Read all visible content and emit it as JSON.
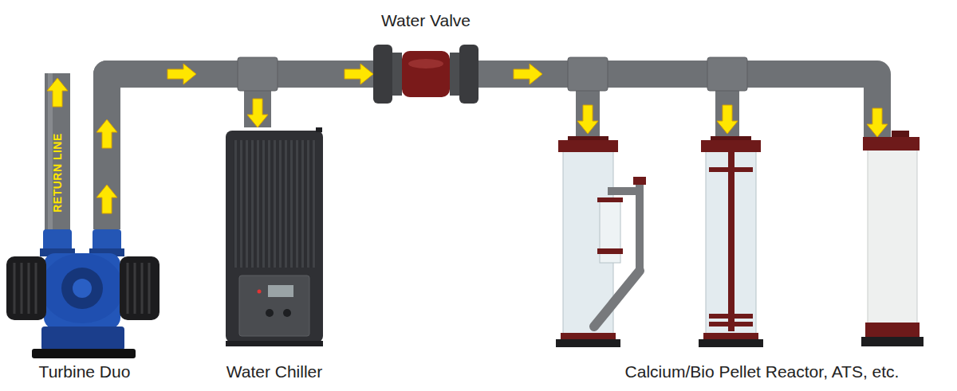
{
  "diagram": {
    "nodes": [
      {
        "text": [
          "Turbine Duo"
        ]
      },
      {
        "text": [
          "Water Chiller"
        ]
      },
      {
        "text": [
          "Water Valve"
        ]
      },
      {
        "text": [
          "Calcium/Bio Pellet Reactor, ATS, etc."
        ]
      }
    ],
    "edges": [
      {
        "from": 0,
        "to": 1,
        "arrow": "to"
      },
      {
        "from": 0,
        "to": 2,
        "arrow": "to"
      },
      {
        "from": 2,
        "to": 3,
        "arrow": "to"
      }
    ],
    "labels": [
      "RETURN LINE"
    ]
  }
}
